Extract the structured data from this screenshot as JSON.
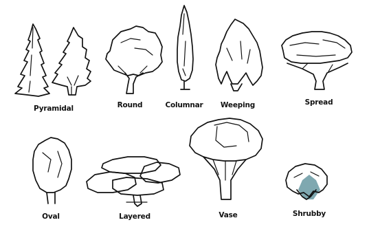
{
  "diagram": {
    "trees": [
      {
        "id": "pyramidal",
        "label": "Pyramidal"
      },
      {
        "id": "round",
        "label": "Round"
      },
      {
        "id": "columnar",
        "label": "Columnar"
      },
      {
        "id": "weeping",
        "label": "Weeping"
      },
      {
        "id": "spread",
        "label": "Spread"
      },
      {
        "id": "oval",
        "label": "Oval"
      },
      {
        "id": "layered",
        "label": "Layered"
      },
      {
        "id": "vase",
        "label": "Vase"
      },
      {
        "id": "shrubby",
        "label": "Shrubby"
      }
    ],
    "colors": {
      "ink": "#111111",
      "shrub_tint": "#7fa8b0",
      "background": "#ffffff"
    }
  }
}
